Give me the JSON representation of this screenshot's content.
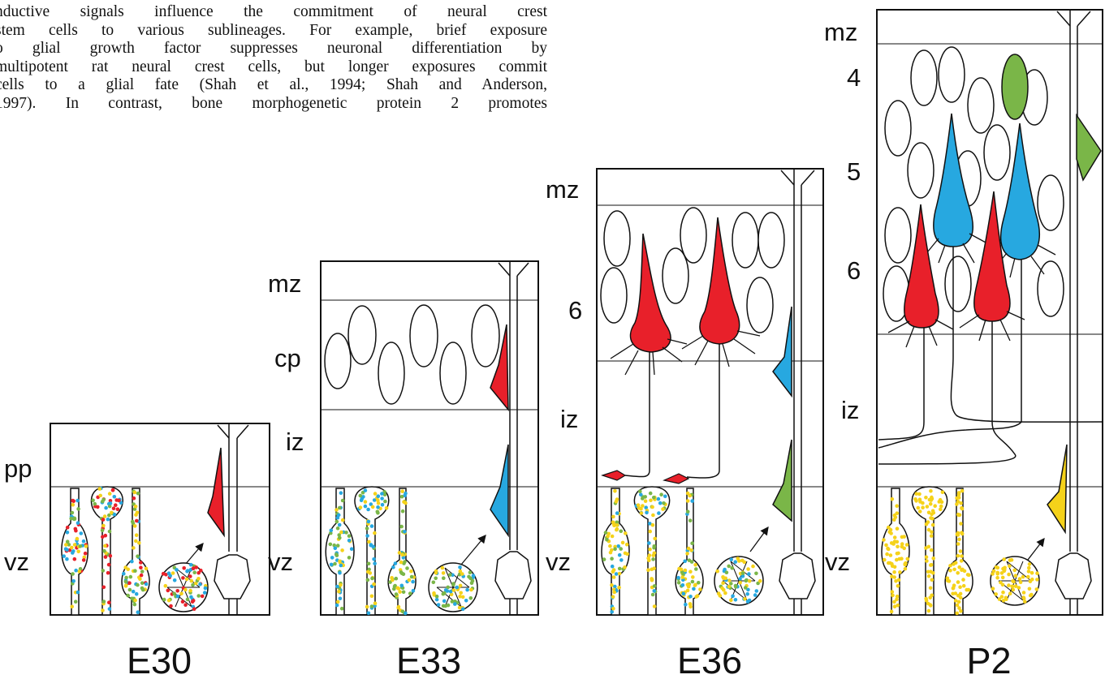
{
  "paragraph": {
    "lines": [
      "nductive signals influence the commitment of neural crest",
      "stem cells to various sublineages. For example, brief exposure",
      "o glial growth factor suppresses neuronal differentiation by",
      "multipotent rat neural crest cells, but longer exposures commit",
      "cells to a glial fate (Shah et al., 1994; Shah and Anderson,",
      "1997). In contrast, bone morphogenetic protein 2 promotes"
    ]
  },
  "panels": [
    {
      "stage": "E30",
      "zones": [
        "pp",
        "vz"
      ]
    },
    {
      "stage": "E33",
      "zones": [
        "mz",
        "cp",
        "iz",
        "vz"
      ]
    },
    {
      "stage": "E36",
      "zones": [
        "mz",
        "6",
        "iz",
        "vz"
      ]
    },
    {
      "stage": "P2",
      "zones": [
        "mz",
        "4",
        "5",
        "6",
        "iz",
        "vz"
      ]
    }
  ],
  "colors": {
    "red": "#e8202a",
    "blue": "#27a8e0",
    "green": "#7ab648",
    "yellow": "#f5d21a",
    "outline": "#111111"
  }
}
